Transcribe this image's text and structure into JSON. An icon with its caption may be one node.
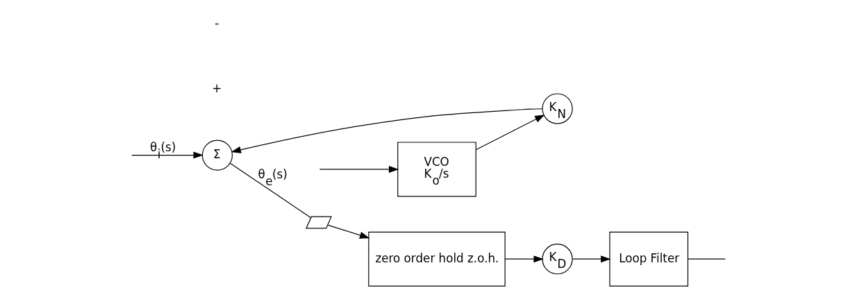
{
  "diagram": {
    "nodes": [
      {
        "text": [
          "Σ"
        ]
      },
      {
        "text": [],
        "shape": "switch"
      },
      {
        "text": [
          "zero order hold z.o.h."
        ]
      },
      {
        "text": [
          "K$_{D}$"
        ]
      },
      {
        "text": [
          "Loop Filter"
        ]
      },
      {
        "text": [
          "VCO",
          "K$_{o}$/s"
        ]
      },
      {
        "text": [
          "K$_{N}$"
        ]
      }
    ],
    "edges": [
      {
        "from": null,
        "to": 0,
        "arrow": "to",
        "label": "θ$_{i}$(s)"
      },
      {
        "from": 0,
        "to": 1,
        "arrow": "none",
        "label": "θ$_{e}$(s)"
      },
      {
        "from": 1,
        "to": 2,
        "arrow": "to"
      },
      {
        "from": 2,
        "to": 3,
        "arrow": "to"
      },
      {
        "from": 3,
        "to": 4,
        "arrow": "to"
      },
      {
        "from": 4,
        "to": null,
        "arrow": "none"
      },
      {
        "from": null,
        "to": 5,
        "arrow": "to"
      },
      {
        "from": 5,
        "to": 6,
        "arrow": "to"
      },
      {
        "from": 6,
        "to": 0,
        "arrow": "to"
      }
    ],
    "labels": [
      "+",
      "-"
    ]
  }
}
